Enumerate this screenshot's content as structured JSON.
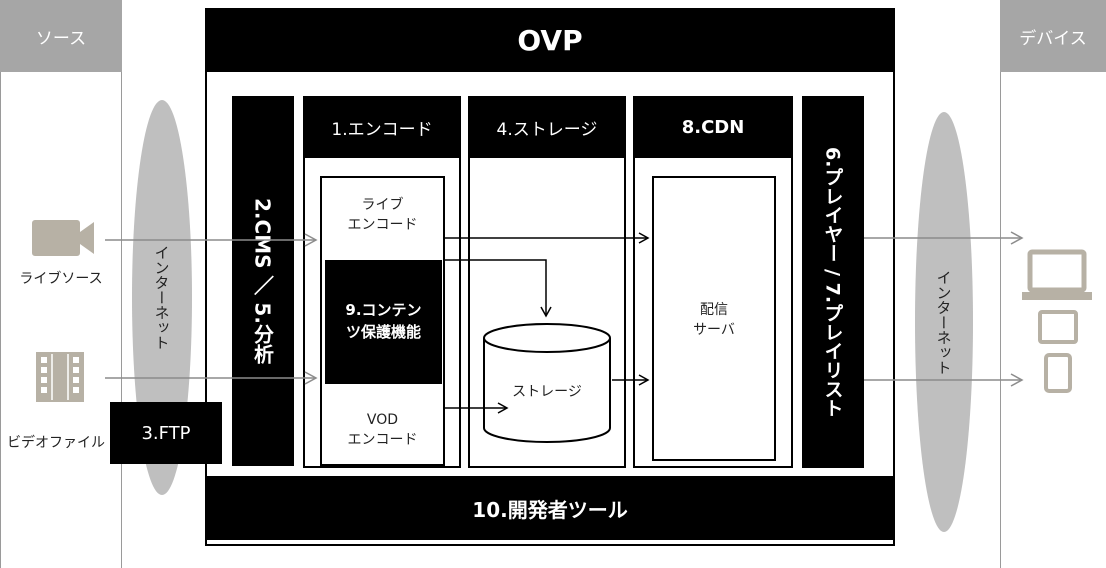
{
  "source": {
    "title": "ソース",
    "live_label": "ライブソース",
    "file_label": "ビデオファイル"
  },
  "device": {
    "title": "デバイス"
  },
  "ovp": {
    "title": "OVP"
  },
  "internet_left": "インターネット",
  "internet_right": "インターネット",
  "ftp": "3.FTP",
  "cms": "2.CMS ／ 5.分析",
  "player": "6.プレイヤー / 7.プレイリスト",
  "encode": {
    "header": "1.エンコード",
    "live": "ライブ\nエンコード",
    "vod": "VOD\nエンコード"
  },
  "protection": "9.コンテン\nツ保護機能",
  "storage": {
    "header": "4.ストレージ",
    "cylinder": "ストレージ"
  },
  "cdn": {
    "header": "8.CDN",
    "server": "配信\nサーバ"
  },
  "devtools": "10.開発者ツール",
  "colors": {
    "gray_header": "#a6a6a6",
    "icon_gray": "#b7b1a5",
    "ellipse_gray": "#bfbfbf",
    "arrow_gray": "#8c8c8c"
  }
}
